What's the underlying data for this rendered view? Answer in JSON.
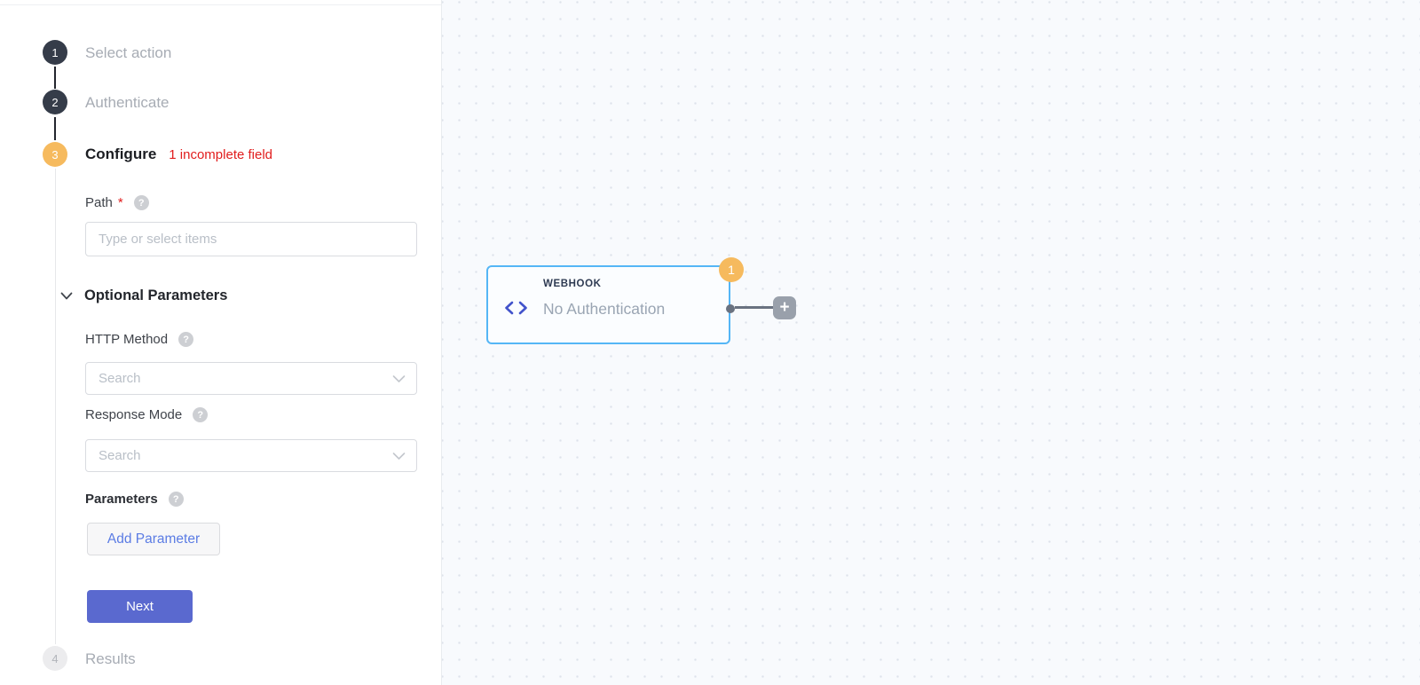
{
  "sidebar": {
    "steps": [
      {
        "number": "1",
        "label": "Select action",
        "state": "done"
      },
      {
        "number": "2",
        "label": "Authenticate",
        "state": "done"
      },
      {
        "number": "3",
        "label": "Configure",
        "state": "active",
        "error": "1 incomplete field"
      },
      {
        "number": "4",
        "label": "Results",
        "state": "pending"
      }
    ],
    "form": {
      "path_label": "Path",
      "required_marker": "*",
      "path_placeholder": "Type or select items",
      "optional_section_title": "Optional Parameters",
      "http_method_label": "HTTP Method",
      "http_method_placeholder": "Search",
      "response_mode_label": "Response Mode",
      "response_mode_placeholder": "Search",
      "parameters_label": "Parameters",
      "add_parameter_button": "Add Parameter",
      "next_button": "Next",
      "help_icon_glyph": "?"
    }
  },
  "canvas": {
    "node": {
      "type_label": "WEBHOOK",
      "title": "No Authentication",
      "badge_count": "1"
    },
    "add_node_button_label": "+"
  },
  "colors": {
    "step_done": "#353c49",
    "step_active_orange": "#f6ba5e",
    "error_red": "#e11d1d",
    "primary_button_indigo": "#5a69cf",
    "node_border_blue": "#55b6f6",
    "link_blue": "#5b7ce4",
    "canvas_background": "#f8fafd",
    "connector_grey": "#6a7280"
  }
}
